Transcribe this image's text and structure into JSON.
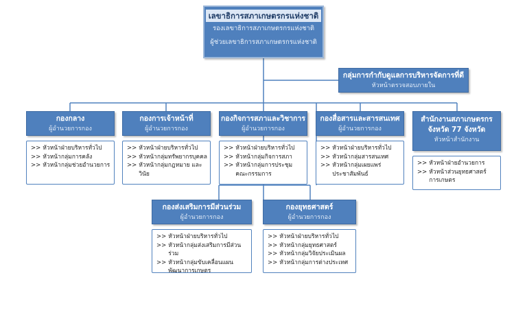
{
  "top": {
    "title": "เลขาธิการสภาเกษตรกรแห่งชาติ",
    "line2": "รองเลขาธิการสภาเกษตรกรแห่งชาติ",
    "line3": "ผู้ช่วยเลขาธิการสภาเกษตรกรแห่งชาติ"
  },
  "audit": {
    "title": "กลุ่มการกำกับดูแลการบริหารจัดการที่ดี",
    "subtitle": "หัวหน้าตรวจสอบภายใน"
  },
  "bullet": ">>",
  "divisions": [
    {
      "title": "กองกลาง",
      "subtitle": "ผู้อำนวยการกอง",
      "items": [
        "หัวหน้าฝ่ายบริหารทั่วไป",
        "หัวหน้ากลุ่มการคลัง",
        "หัวหน้ากลุ่มช่วยอำนวยการ"
      ]
    },
    {
      "title": "กองการเจ้าหน้าที่",
      "subtitle": "ผู้อำนวยการกอง",
      "items": [
        "หัวหน้าฝ่ายบริหารทั่วไป",
        "หัวหน้ากลุ่มทรัพยากรบุคคล",
        "หัวหน้ากลุ่มกฎหมาย และวินัย"
      ]
    },
    {
      "title": "กองกิจการสภาและวิชาการ",
      "subtitle": "ผู้อำนวยการกอง",
      "items": [
        "หัวหน้าฝ่ายบริหารทั่วไป",
        "หัวหน้ากลุ่มกิจการสภา",
        "หัวหน้ากลุ่มการประชุม คณะกรรมการ"
      ]
    },
    {
      "title": "กองสื่อสารและสารสนเทศ",
      "subtitle": "ผู้อำนวยการกอง",
      "items": [
        "หัวหน้าฝ่ายบริหารทั่วไป",
        "หัวหน้ากลุ่มสารสนเทศ",
        "หัวหน้ากลุ่มเผยแพร่ ประชาสัมพันธ์"
      ]
    },
    {
      "title": "สำนักงานสภาเกษตรกร จังหวัด 77 จังหวัด",
      "subtitle": "หัวหน้าสำนักงาน",
      "items": [
        "หัวหน้าฝ่ายอำนวยการ",
        "หัวหน้าส่วนยุทธศาสตร์ การเกษตร"
      ]
    },
    {
      "title": "กองส่งเสริมการมีส่วนร่วม",
      "subtitle": "ผู้อำนวยการกอง",
      "items": [
        "หัวหน้าฝ่ายบริหารทั่วไป",
        "หัวหน้ากลุ่มส่งเสริมการมีส่วนร่วม",
        "หัวหน้ากลุ่มขับเคลื่อนแผน พัฒนาการเกษตร"
      ]
    },
    {
      "title": "กองยุทธศาสตร์",
      "subtitle": "ผู้อำนวยการกอง",
      "items": [
        "หัวหน้าฝ่ายบริหารทั่วไป",
        "หัวหน้ากลุ่มยุทธศาสตร์",
        "หัวหน้ากลุ่มวิจัยประเมินผล",
        "หัวหน้ากลุ่มการต่างประเทศ"
      ]
    }
  ],
  "colors": {
    "box": "#4f80bd",
    "line": "#4f80bd",
    "text": "#222222"
  }
}
